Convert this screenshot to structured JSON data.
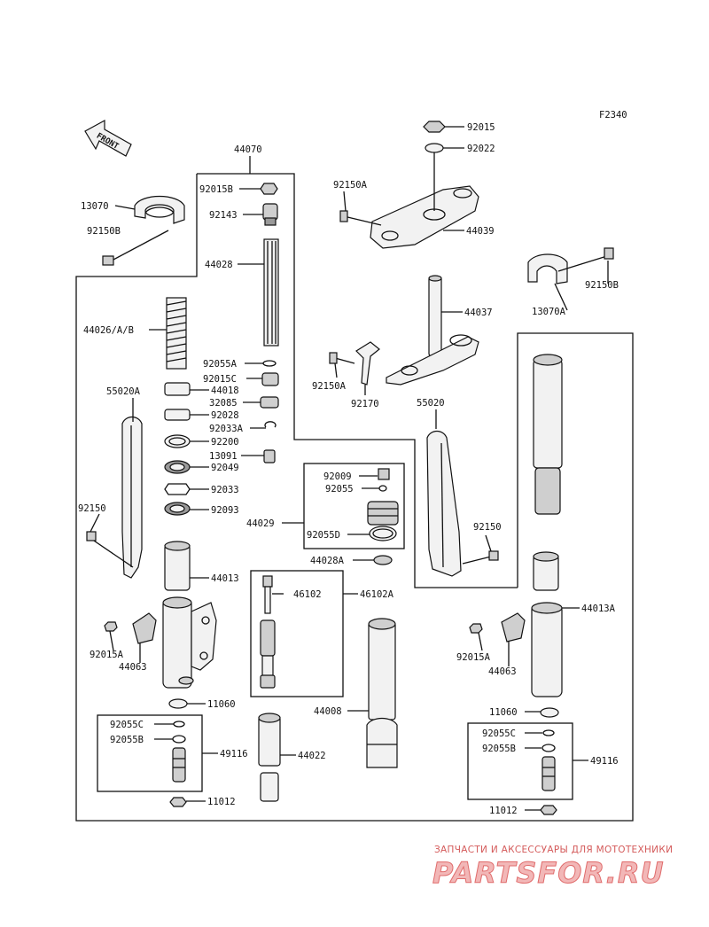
{
  "figure_code": "F2340",
  "front_arrow_label": "FRONT",
  "watermark": {
    "subtitle": "ЗАПЧАСТИ И АКСЕССУАРЫ ДЛЯ МОТОТЕХНИКИ",
    "brand": "PARTSFOR.RU"
  },
  "labels": {
    "l44070": "44070",
    "l92015B": "92015B",
    "l92143": "92143",
    "l44028": "44028",
    "l13070": "13070",
    "l92150B_left": "92150B",
    "l44026": "44026/A/B",
    "l92055A": "92055A",
    "l92015C": "92015C",
    "l44018": "44018",
    "l32085": "32085",
    "l92028": "92028",
    "l92033A": "92033A",
    "l92200": "92200",
    "l13091": "13091",
    "l92049": "92049",
    "l92033": "92033",
    "l92093": "92093",
    "l55020A": "55020A",
    "l92150_left": "92150",
    "l44013": "44013",
    "l92015A_left": "92015A",
    "l44063_left": "44063",
    "l11060_left": "11060",
    "l92055C_left": "92055C",
    "l92055B_left": "92055B",
    "l49116_left": "49116",
    "l11012_left": "11012",
    "l92015": "92015",
    "l92022": "92022",
    "l92150A_top": "92150A",
    "l44039": "44039",
    "l92150B_right": "92150B",
    "l13070A": "13070A",
    "l44037": "44037",
    "l92150A_mid": "92150A",
    "l92170": "92170",
    "l55020": "55020",
    "l92150_right": "92150",
    "l92009": "92009",
    "l92055": "92055",
    "l44029": "44029",
    "l92055D": "92055D",
    "l44028A": "44028A",
    "l46102": "46102",
    "l46102A": "46102A",
    "l44008": "44008",
    "l44022": "44022",
    "l44013A": "44013A",
    "l92015A_right": "92015A",
    "l44063_right": "44063",
    "l11060_right": "11060",
    "l92055C_right": "92055C",
    "l92055B_right": "92055B",
    "l49116_right": "49116",
    "l11012_right": "11012"
  }
}
